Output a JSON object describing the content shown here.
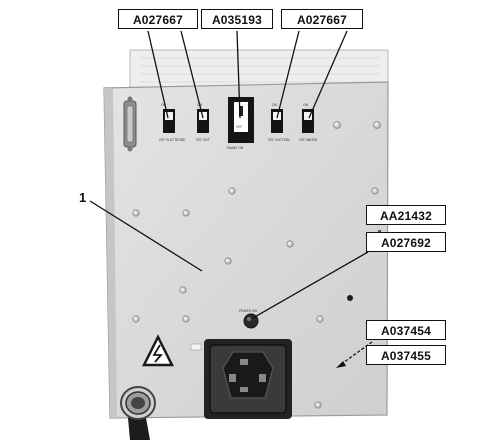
{
  "figure": {
    "header_text": "",
    "panel_number": "1",
    "callouts": {
      "top_left": "A027667",
      "top_center": "A035193",
      "top_right": "A027667",
      "right_1": "AA21432",
      "right_2": "A027692",
      "right_3": "A037454",
      "right_4": "A037455"
    },
    "switch_text": {
      "left_top": "ON",
      "left_bottom": "OFF",
      "main_bottom": "MAINS ON",
      "power_label": "POWER ON"
    },
    "colors": {
      "panel": "#d9d9d7",
      "panel_edge": "#9a9a98",
      "vent": "#efefef",
      "dark": "#1a1a1a",
      "leader": "#111111"
    }
  }
}
